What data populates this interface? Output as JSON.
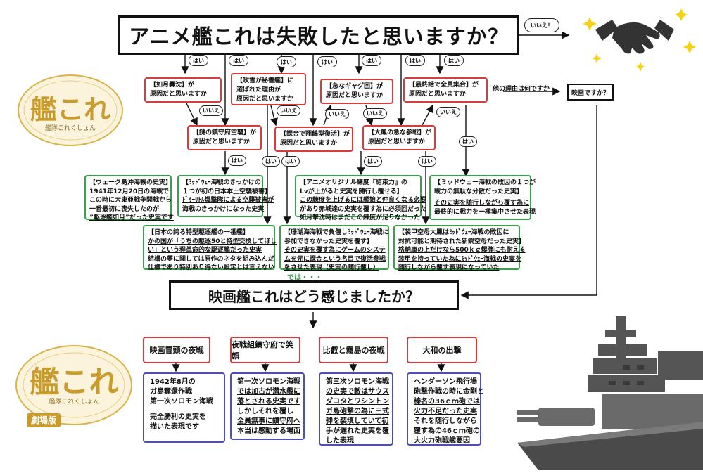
{
  "title": "アニメ艦これは失敗したと思いますか？",
  "pill_no_top": "いいえ！",
  "yes": "はい",
  "no": "いいえ",
  "other_reason": "他の理由は何ですか",
  "movie_question": "映画ですか？",
  "q1": [
    "【如月轟沈】が",
    "原因だと思いますか"
  ],
  "q2": [
    "【吹雪が秘書艦】に",
    "選ばれた理由が",
    "原因だと思いますか"
  ],
  "q3": [
    "【急なギャグ回】が",
    "原因だと思いますか"
  ],
  "q4": [
    "【最終話で全員集合】が",
    "原因だと思いますか"
  ],
  "q5": [
    "【謎の鎮守府空襲】が",
    "原因だと思いますか"
  ],
  "q6": [
    "【課金で翔鶴型復活】が",
    "原因だと思いますか"
  ],
  "q7": [
    "【大鳳の急な参戦】が",
    "原因だと思いますか"
  ],
  "g1": [
    "【ウェーク島沖海戦の史実】",
    "1941年12月20日の海戦で",
    "この時に大東亜戦争開戦から",
    "一番最初に喪失したのが",
    "”駆逐艦如月”だった史実です"
  ],
  "g2": [
    "【ﾐｯﾄﾞｳｪｰ海戦のきっかけの",
    "１つが初の日本本土空襲被害】",
    "ﾄﾞｩｰﾘﾄﾙ爆撃隊による空襲被害が",
    "海戦のきっかけになった史実"
  ],
  "g3": [
    "【アニメオリジナル練度『結束力』の",
    "Lvが上がると史実を随行し覆せる】",
    "この練度を上げるには艦娘と仲良くなる必要",
    "があり赤城達の史実を覆す為に必須回だった",
    "如月撃沈時はまだこの練度が足りなかった"
  ],
  "g4": [
    "【ミッドウェー海戦の敗因の１つが",
    "戦力の無駄な分散だった史実】",
    "",
    "その史実を随行しながら覆す為に",
    "最終的に戦力を一極集中させた表現"
  ],
  "g5": [
    "【日本の誇る特型駆逐艦の一番艦】",
    "かの国が「うちの駆逐50と特型交換してほし",
    "い」という程革命的な駆逐艦だった史実",
    "結構の夢に関しては原作のネタを組み込んだ",
    "仕様であり特別あり得ない設定とは言えない"
  ],
  "g6": [
    "【珊瑚海海戦で負傷しﾐｯﾄﾞｳｪｰ海戦に",
    "参加できなかった史実を覆す】",
    "その史実を覆す為にゲームのシステ",
    "ムを元に課金という名目で復活参戦",
    "をさせた表現（史実の随行覆し）"
  ],
  "g7": [
    "【装甲空母大鳳はﾐｯﾄﾞｳｪｰ海戦の敗因に",
    "対抗可能と期待された新鋭空母だった史実】",
    "格納庫の上だけなら500ｋｇ爆弾にも耐える",
    "装甲を持っていた為にﾐｯﾄﾞｳｪｰ海戦の史実を",
    "随行しながら覆す表現になっていた"
  ],
  "dewa": "では・・・",
  "q_movie": "映画艦これはどう感じましたか？",
  "scenes": [
    "映画冒頭の夜戦",
    "夜戦組鎮守府で笑顔",
    "比叡と霧島の夜戦",
    "大和の出撃"
  ],
  "b1": [
    "1942年8月の",
    "ガ島奪還作戦",
    "第一次ソロモン海戦",
    "",
    "完全勝利の史実を",
    "描いた表現です"
  ],
  "b2": [
    "第一次ソロモン海戦",
    "では加古が潜水艦に",
    "落とされる史実です",
    "しかしそれを覆し",
    "全員無事に鎮守府へ",
    "本当は感動する場面"
  ],
  "b3": [
    "第三次ソロモン海戦",
    "の史実で敵はサウス",
    "ダコタとワシントン",
    "ガ島砲撃の為に三式",
    "弾を装填していて初",
    "手が遅れた史実を覆",
    "した表現"
  ],
  "b4": [
    "ヘンダーソン飛行場",
    "砲撃作戦の時に金剛と",
    "榛名の36ｃｍ砲では",
    "火力不足だった史実",
    "それを随行しながら",
    "覆す為の46ｃｍ砲の",
    "大火力砲戦艦要因"
  ],
  "logo_top": "艦これ",
  "logo_top_sub": "艦隊これくしょん",
  "logo_bottom": "艦これ",
  "logo_bottom_sub": "艦隊これくしょん",
  "logo_bottom_tag": "劇場版",
  "colors": {
    "red": "#d93b3b",
    "green": "#3aa04a",
    "blue": "#4b4fb6",
    "gold": "#d9b44a"
  }
}
